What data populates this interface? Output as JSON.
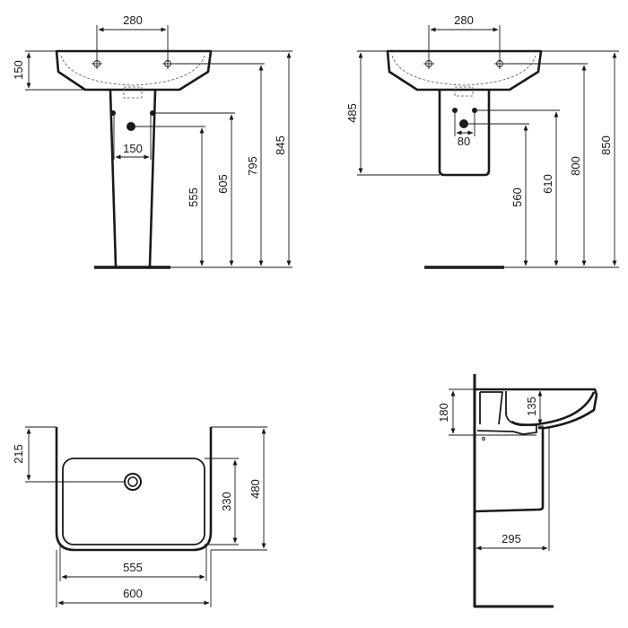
{
  "views": {
    "pedestal_front": {
      "tap_spacing": "280",
      "basin_depth": "150",
      "pedestal_bolt_spacing": "150",
      "waste_height": "555",
      "bolt_height": "605",
      "tap_height": "795",
      "rim_height": "845"
    },
    "semi_pedestal_front": {
      "tap_spacing": "280",
      "basin_to_pedestal_bottom": "485",
      "bolt_spacing": "80",
      "waste_height": "560",
      "bolt_height": "610",
      "tap_height": "800",
      "rim_height": "850"
    },
    "top_view": {
      "waste_from_back": "215",
      "bowl_depth": "330",
      "total_depth": "480",
      "bowl_width": "555",
      "total_width": "600"
    },
    "side_view": {
      "basin_height": "180",
      "bowl_depth": "135",
      "pedestal_projection": "295"
    }
  },
  "line_color": "#1a1a1a"
}
